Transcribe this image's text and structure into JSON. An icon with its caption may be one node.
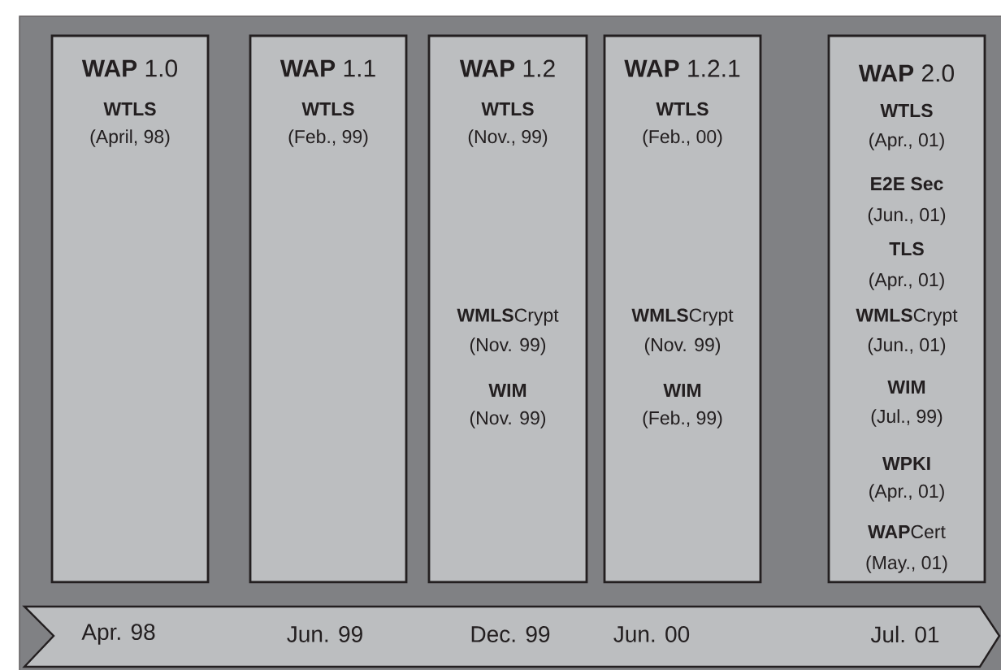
{
  "diagram": {
    "nodes": [
      {
        "text": [
          "**WAP** 1.0",
          "WTLS",
          "(April, 98)"
        ]
      },
      {
        "text": [
          "**WAP** 1.1",
          "WTLS",
          "(Feb., 99)"
        ]
      },
      {
        "text": [
          "**WAP** 1.2",
          "WTLS",
          "(Nov., 99)",
          "**WMLS**Crypt",
          "(Nov. 99)",
          "WIM",
          "(Nov. 99)"
        ]
      },
      {
        "text": [
          "**WAP** 1.2.1",
          "WTLS",
          "(Feb., 00)",
          "**WMLS**Crypt",
          "(Nov. 99)",
          "WIM",
          "(Feb., 99)"
        ]
      },
      {
        "text": [
          "**WAP** 2.0",
          "WTLS",
          "(Apr., 01)",
          "E2E Sec",
          "(Jun., 01)",
          "TLS",
          "(Apr., 01)",
          "**WMLS**Crypt",
          "(Jun., 01)",
          "WIM",
          "(Jul., 99)",
          "WPKI",
          "(Apr., 01)",
          "**WAP**Cert",
          "(May., 01)"
        ]
      },
      {
        "text": [
          "Apr. 98",
          "Jun. 99",
          "Dec. 99",
          "Jun. 00",
          "Jul. 01"
        ]
      }
    ]
  }
}
